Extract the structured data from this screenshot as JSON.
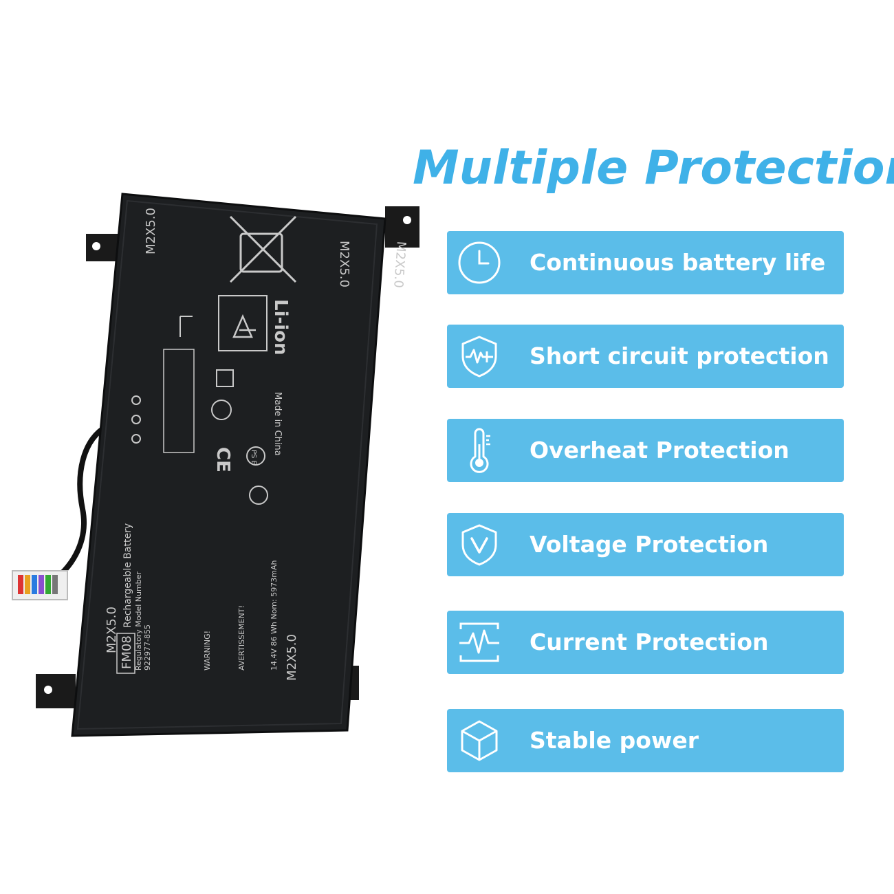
{
  "heading": "Multiple Protection",
  "features": [
    {
      "label": "Continuous battery life",
      "icon": "clock-icon"
    },
    {
      "label": "Short circuit protection",
      "icon": "shield-pulse-icon"
    },
    {
      "label": "Overheat Protection",
      "icon": "thermometer-icon"
    },
    {
      "label": "Voltage Protection",
      "icon": "shield-v-icon"
    },
    {
      "label": "Current Protection",
      "icon": "pulse-wave-icon"
    },
    {
      "label": "Stable power",
      "icon": "cube-icon"
    }
  ],
  "colors": {
    "accent": "#3fb1e8",
    "card": "#5bbde9",
    "battery": "#1d1f21"
  },
  "battery": {
    "screw_label": "M2X5.0",
    "chem_label": "Li-ion",
    "model_label": "FM08",
    "title_label": "Rechargeable Battery",
    "regulatory_label": "Regulatory Model Number",
    "part_number": "922977-855",
    "made_in": "Made in China",
    "warning_label": "WARNING!",
    "warning_fr": "AVERTISSEMENT!",
    "spec_line": "14.4V 86 Wh Nom: 5973mAh",
    "ce_mark": "CE",
    "pse_mark": "PS E"
  }
}
